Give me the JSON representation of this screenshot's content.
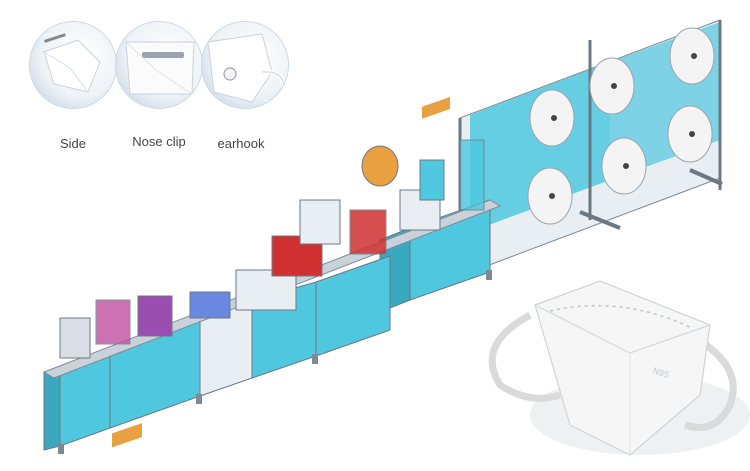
{
  "details": [
    {
      "label": "Side",
      "icon": "mask-side-detail"
    },
    {
      "label": "Nose clip",
      "icon": "mask-nose-clip-detail"
    },
    {
      "label": "earhook",
      "icon": "mask-earhook-detail"
    }
  ],
  "mask_print": "N95",
  "colors": {
    "machine_blue": "#4fc8df",
    "frame_grey": "#7d8a96",
    "roll_white": "#f4f4f4",
    "orange_panel": "#e8a040",
    "red_part": "#d03030",
    "purple_part": "#9a4fb0"
  }
}
